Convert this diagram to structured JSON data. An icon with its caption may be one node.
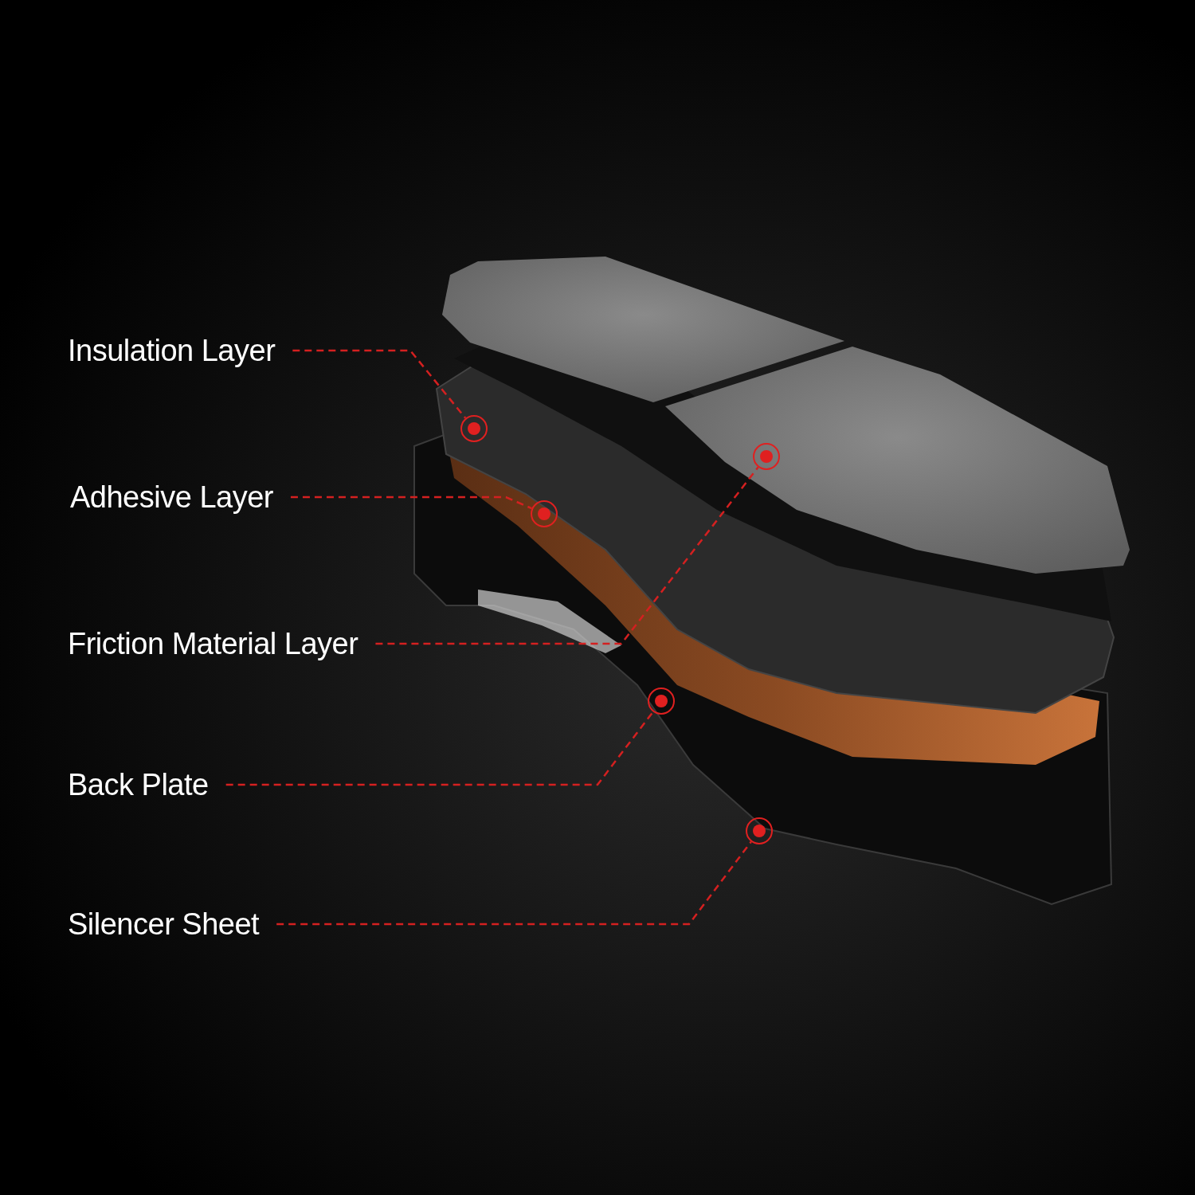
{
  "diagram": {
    "nodes": [
      {
        "text": [
          "Insulation Layer"
        ]
      },
      {
        "text": [
          "Adhesive Layer"
        ]
      },
      {
        "text": [
          "Friction Material Layer"
        ]
      },
      {
        "text": [
          "Back Plate"
        ]
      },
      {
        "text": [
          "Silencer Sheet"
        ]
      },
      {
        "text": [],
        "shape": "circle"
      },
      {
        "text": [],
        "shape": "circle"
      },
      {
        "text": [],
        "shape": "circle"
      },
      {
        "text": [],
        "shape": "circle"
      },
      {
        "text": [],
        "shape": "circle"
      }
    ],
    "edges": [
      {
        "from": 0,
        "to": 5,
        "arrow": "none",
        "style": "dashed"
      },
      {
        "from": 1,
        "to": 7,
        "arrow": "none",
        "style": "dashed"
      },
      {
        "from": 2,
        "to": 6,
        "arrow": "none",
        "style": "dashed"
      },
      {
        "from": 3,
        "to": 8,
        "arrow": "none",
        "style": "dashed"
      },
      {
        "from": 4,
        "to": 9,
        "arrow": "none",
        "style": "dashed"
      }
    ]
  }
}
